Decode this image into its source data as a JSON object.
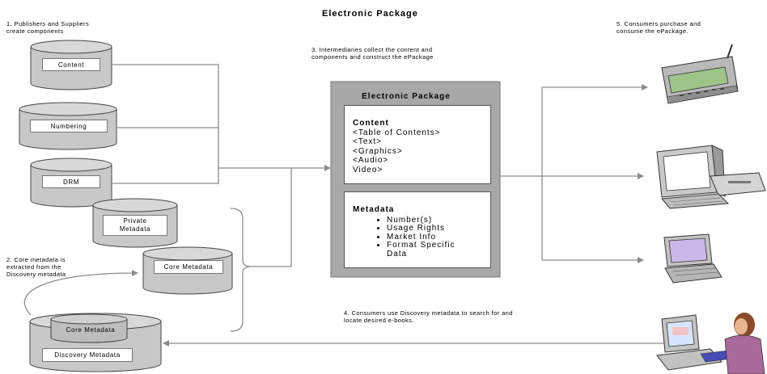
{
  "title": "Electronic Package",
  "steps": {
    "step1": "1.   Publishers and Suppliers\n       create components",
    "step2": "2. Core metadata is\nextracted from the\nDiscovery metadata",
    "step3": "3.     Intermediaries collect the content and\n        components and construct the ePackage",
    "step4": "4. Consumers use Discovery metadata to search for and\nlocate desired e-books.",
    "step5": "5. Consumers purchase and\nconsume the ePackage."
  },
  "components": {
    "content": "Content",
    "numbering": "Numbering",
    "drm": "DRM",
    "private_metadata": "Private\nMetadata",
    "core_metadata": "Core Metadata",
    "core_metadata_inner": "Core Metadata",
    "discovery_metadata": "Discovery Metadata"
  },
  "package": {
    "title": "Electronic Package",
    "content_heading": "Content",
    "content_items": [
      "<Table of Contents>",
      "<Text>",
      "<Graphics>",
      "<Audio>",
      "Video>"
    ],
    "metadata_heading": "Metadata",
    "metadata_items": [
      "Number(s)",
      "Usage Rights",
      "Market Info",
      "Format Specific Data"
    ]
  },
  "devices": [
    "handheld-reader-icon",
    "desktop-computer-icon",
    "laptop-icon",
    "user-at-computer-icon"
  ],
  "colors": {
    "cylinder": "#c8c8c8",
    "package_frame": "#a8a8a8",
    "line": "#8c8c8c"
  }
}
